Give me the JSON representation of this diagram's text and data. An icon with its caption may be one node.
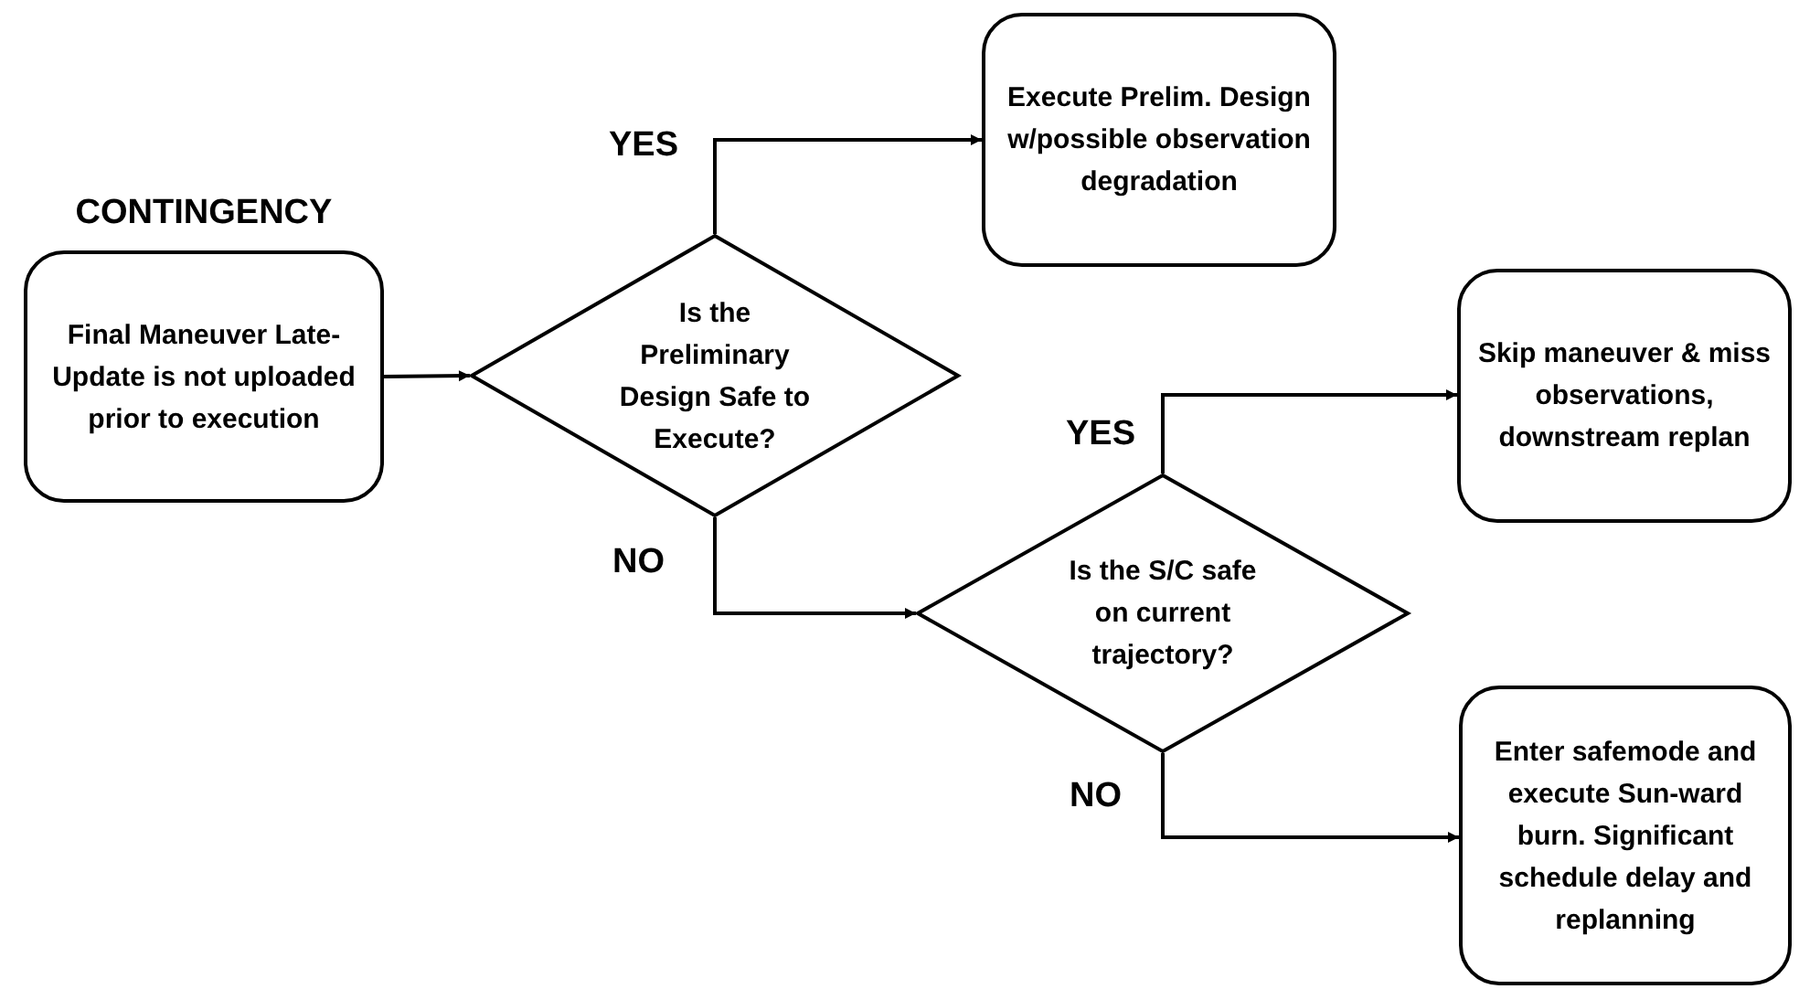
{
  "diagram": {
    "nodes": [
      {
        "text": [
          "CONTINGENCY",
          "Final Maneuver Late-Update is not uploaded prior to execution"
        ]
      },
      {
        "text": [
          "Is the Preliminary Design Safe to Execute?"
        ]
      },
      {
        "text": [
          "Execute Prelim. Design w/possible observation degradation"
        ]
      },
      {
        "text": [
          "Is the S/C safe on current trajectory?"
        ]
      },
      {
        "text": [
          "Skip maneuver & miss observations, downstream replan"
        ]
      },
      {
        "text": [
          "Enter safemode and execute Sun-ward burn. Significant schedule delay and replanning"
        ]
      }
    ],
    "edges": [
      {
        "from": 0,
        "to": 1,
        "arrow": "to"
      },
      {
        "from": 1,
        "to": 2,
        "arrow": "to",
        "label": "YES"
      },
      {
        "from": 1,
        "to": 3,
        "arrow": "to",
        "label": "NO"
      },
      {
        "from": 3,
        "to": 4,
        "arrow": "to",
        "label": "YES"
      },
      {
        "from": 3,
        "to": 5,
        "arrow": "to",
        "label": "NO"
      }
    ]
  }
}
